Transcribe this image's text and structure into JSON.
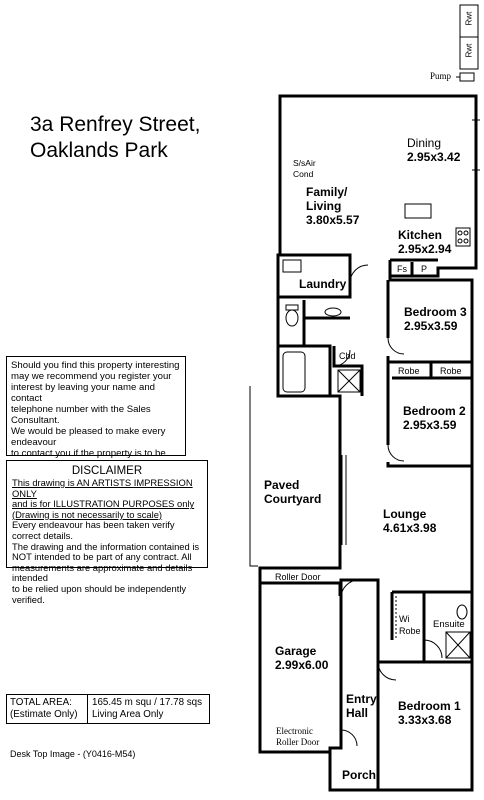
{
  "title": {
    "line1": "3a Renfrey Street,",
    "line2": "Oaklands Park"
  },
  "interest_note": [
    "Should you find this property interesting",
    "may we recommend you register your",
    "interest by leaving your name and contact",
    "telephone number with the Sales Consultant.",
    "We would be pleased to make every endeavour",
    "to contact you if the property is to be sold."
  ],
  "disclaimer": {
    "heading": "DISCLAIMER",
    "underlined": [
      "This drawing is AN ARTISTS IMPRESSION ONLY",
      "and is for ILLUSTRATION PURPOSES only",
      "(Drawing is not necessarily to scale)"
    ],
    "body": [
      "Every endeavour has been taken verify correct details.",
      "The drawing and the information contained is",
      "NOT intended to be part of any contract.  All",
      "measurements are approximate and details intended",
      "to be relied upon should be independently verified."
    ]
  },
  "total_area": {
    "label1": "TOTAL AREA:",
    "label2": "(Estimate Only)",
    "value1": "165.45 m squ /  17.78 sqs",
    "value2": "Living Area Only"
  },
  "footer": "Desk Top Image - (Y0416-M54)",
  "tanks": {
    "rwt1": "Rwt",
    "rwt2": "Rwt",
    "pump": "Pump"
  },
  "rooms": {
    "dining": {
      "name": "Dining",
      "size": "2.95x3.42"
    },
    "family": {
      "name1": "Family/",
      "name2": "Living",
      "size": "3.80x5.57"
    },
    "sair": {
      "line1": "S/sAir",
      "line2": "Cond"
    },
    "kitchen": {
      "name": "Kitchen",
      "size": "2.95x2.94"
    },
    "fs": "Fs",
    "p": "P",
    "laundry": "Laundry",
    "bed3": {
      "name": "Bedroom 3",
      "size": "2.95x3.59"
    },
    "cbd": "Cbd",
    "robe1": "Robe",
    "robe2": "Robe",
    "bed2": {
      "name": "Bedroom 2",
      "size": "2.95x3.59"
    },
    "courtyard": {
      "line1": "Paved",
      "line2": "Courtyard"
    },
    "lounge": {
      "name": "Lounge",
      "size": "4.61x3.98"
    },
    "roller_door": "Roller Door",
    "garage": {
      "name": "Garage",
      "size": "2.99x6.00"
    },
    "wirobe": {
      "line1": "Wi",
      "line2": "Robe"
    },
    "ensuite": "Ensuite",
    "entry": {
      "line1": "Entry",
      "line2": "Hall"
    },
    "bed1": {
      "name": "Bedroom 1",
      "size": "3.33x3.68"
    },
    "electronic": {
      "line1": "Electronic",
      "line2": "Roller Door"
    },
    "porch": "Porch"
  }
}
